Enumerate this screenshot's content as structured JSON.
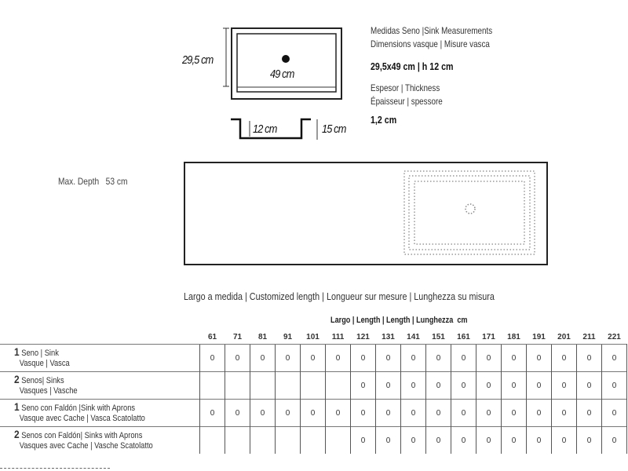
{
  "diagram": {
    "width_label": "29,5 cm",
    "length_label": "49 cm",
    "depth_label": "12 cm",
    "height_label": "15 cm"
  },
  "specs": {
    "measure_heading_1": "Medidas Seno |Sink Measurements",
    "measure_heading_2": "Dimensions vasque | Misure vasca",
    "measure_value": "29,5x49 cm | h 12 cm",
    "thickness_heading_1": "Espesor | Thickness",
    "thickness_heading_2": "Épaisseur | spessore",
    "thickness_value": "1,2 cm"
  },
  "countertop": {
    "max_depth_label": "Max. Depth",
    "max_depth_value": "53 cm"
  },
  "table": {
    "caption": "Largo a medida | Customized length | Longueur sur mesure | Lunghezza su misura",
    "length_header": "Largo | Length | Length | Lunghezza",
    "length_unit": "cm",
    "lengths": [
      "61",
      "71",
      "81",
      "91",
      "101",
      "111",
      "121",
      "131",
      "141",
      "151",
      "161",
      "171",
      "181",
      "191",
      "201",
      "211",
      "221"
    ],
    "rows": [
      {
        "count": "1",
        "line1": "Seno | Sink",
        "line2": "Vasque | Vasca",
        "values": [
          "0",
          "0",
          "0",
          "0",
          "0",
          "0",
          "0",
          "0",
          "0",
          "0",
          "0",
          "0",
          "0",
          "0",
          "0",
          "0",
          "0"
        ]
      },
      {
        "count": "2",
        "line1": "Senos| Sinks",
        "line2": "Vasques | Vasche",
        "values": [
          "",
          "",
          "",
          "",
          "",
          "",
          "0",
          "0",
          "0",
          "0",
          "0",
          "0",
          "0",
          "0",
          "0",
          "0",
          "0"
        ]
      },
      {
        "count": "1",
        "line1": "Seno con Faldón |Sink with Aprons",
        "line2": "Vasque avec Cache | Vasca Scatolatto",
        "values": [
          "0",
          "0",
          "0",
          "0",
          "0",
          "0",
          "0",
          "0",
          "0",
          "0",
          "0",
          "0",
          "0",
          "0",
          "0",
          "0",
          "0"
        ]
      },
      {
        "count": "2",
        "line1": "Senos con Faldón| Sinks with Aprons",
        "line2": "Vasques avec Cache | Vasche Scatolatto",
        "values": [
          "",
          "",
          "",
          "",
          "",
          "",
          "0",
          "0",
          "0",
          "0",
          "0",
          "0",
          "0",
          "0",
          "0",
          "0",
          "0"
        ]
      }
    ]
  }
}
